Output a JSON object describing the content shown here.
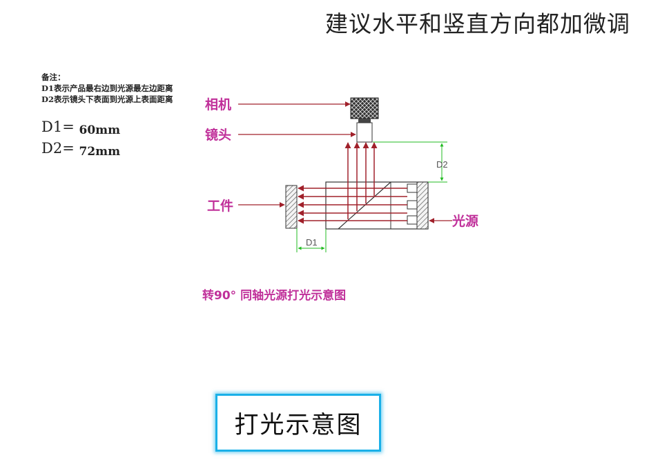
{
  "top_note": "建议水平和竖直方向都加微调",
  "remarks": {
    "heading": "备注：",
    "line1": "D1表示产品最右边到光源最左边距离",
    "line2": "D2表示镜头下表面到光源上表面距离"
  },
  "measurements": [
    {
      "label": "D1=",
      "value": "60mm"
    },
    {
      "label": "D2=",
      "value": "72mm"
    }
  ],
  "diagram": {
    "labels": {
      "camera": "相机",
      "lens": "镜头",
      "workpiece": "工件",
      "light_source": "光源",
      "d1": "D1",
      "d2": "D2"
    },
    "colors": {
      "label": "#c0309a",
      "arrow": "#a0202a",
      "dimension": "#22bb22",
      "line": "#333333"
    }
  },
  "caption": "转90° 同轴光源打光示意图",
  "title": "打光示意图"
}
